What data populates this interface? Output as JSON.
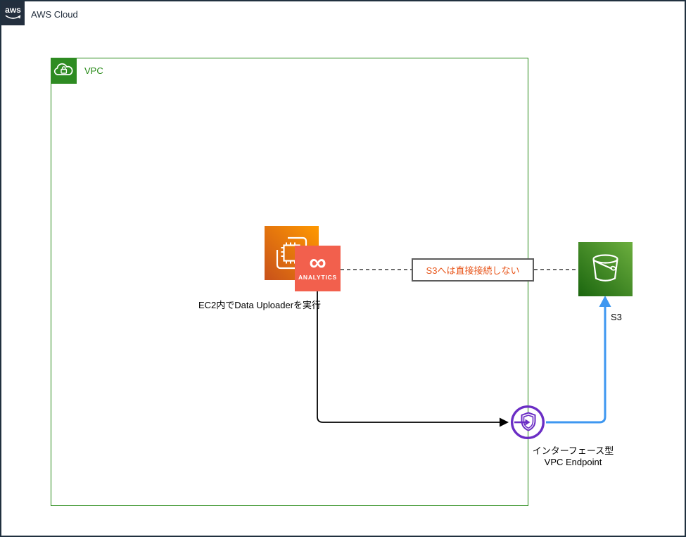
{
  "header": {
    "logo_text": "aws",
    "label": "AWS Cloud"
  },
  "vpc": {
    "label": "VPC"
  },
  "ec2": {
    "caption": "EC2内でData Uploaderを実行"
  },
  "analytics": {
    "infinity": "∞",
    "label": "ANALYTICS"
  },
  "note": {
    "text": "S3へは直接接続しない"
  },
  "s3": {
    "label": "S3"
  },
  "endpoint": {
    "label_line1": "インターフェース型",
    "label_line2": "VPC Endpoint"
  },
  "colors": {
    "aws_dark": "#232F3E",
    "vpc_green": "#248814",
    "ec2_gradient_start": "#C8511B",
    "ec2_gradient_end": "#FF9900",
    "analytics_bg": "#F2604D",
    "s3_gradient_start": "#1B660F",
    "s3_gradient_end": "#6CAE3E",
    "endpoint_purple": "#6B2EC5",
    "note_text": "#E8571C",
    "note_border": "#5C5C5C",
    "edge_black": "#000000",
    "edge_blue": "#3E97F0",
    "edge_dashed": "#3A3A3A"
  }
}
